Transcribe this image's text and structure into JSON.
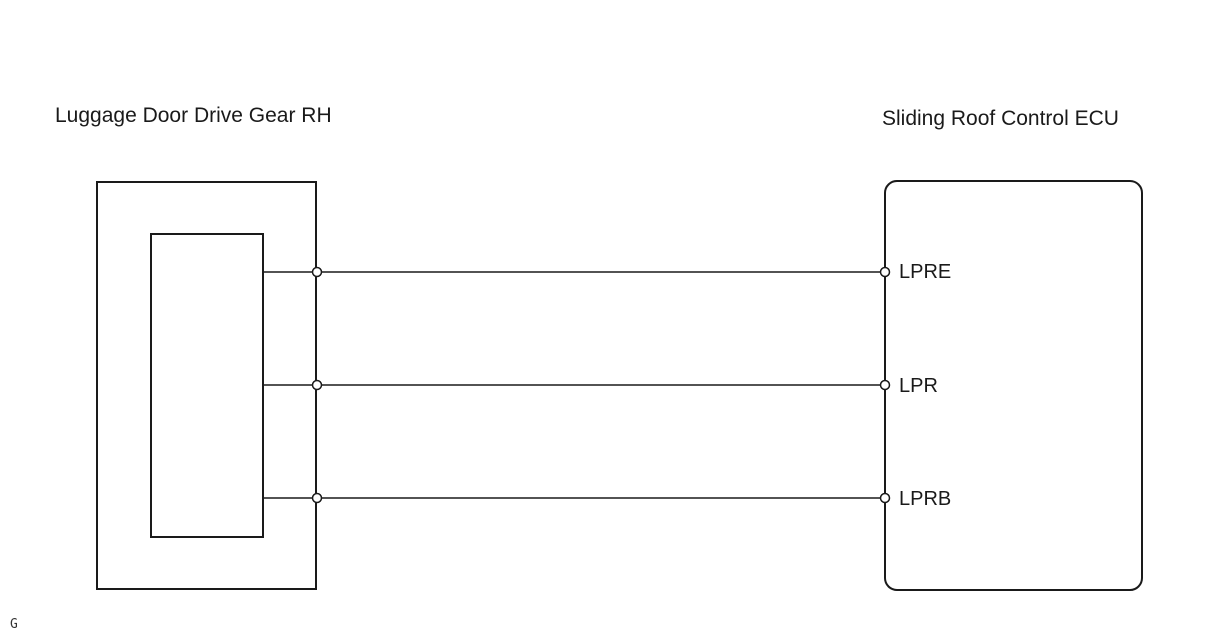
{
  "title": "",
  "components": {
    "left": {
      "name": "Luggage Door Drive Gear RH"
    },
    "right": {
      "name": "Sliding Roof Control ECU"
    }
  },
  "wires": [
    {
      "terminal": "LPRE"
    },
    {
      "terminal": "LPR"
    },
    {
      "terminal": "LPRB"
    }
  ],
  "figure_code": "G",
  "colors": {
    "line": "#1a1a1a",
    "background": "#ffffff"
  }
}
